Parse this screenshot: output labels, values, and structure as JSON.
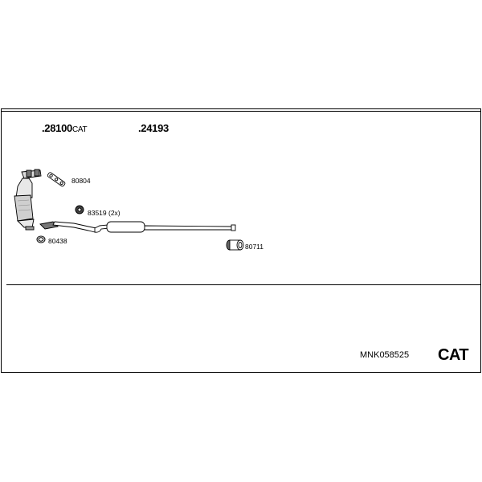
{
  "groups": [
    {
      "number": ".28100",
      "suffix": "CAT"
    },
    {
      "number": ".24193",
      "suffix": ""
    }
  ],
  "parts": [
    {
      "id": "80804",
      "label": "80804",
      "icon": "gasket-icon"
    },
    {
      "id": "83519",
      "label": "83519 (2x)",
      "icon": "nut-icon"
    },
    {
      "id": "80438",
      "label": "80438",
      "icon": "clamp-ring-icon"
    },
    {
      "id": "80711",
      "label": "80711",
      "icon": "clamp-icon"
    }
  ],
  "components": [
    {
      "id": "catalytic-converter",
      "icon": "catalytic-converter-icon"
    },
    {
      "id": "muffler-pipe",
      "icon": "muffler-pipe-icon"
    }
  ],
  "footer": {
    "code": "MNK058525",
    "type": "CAT"
  },
  "colors": {
    "line": "#000000",
    "part_fill": "#ffffff",
    "part_shade": "#555555"
  }
}
